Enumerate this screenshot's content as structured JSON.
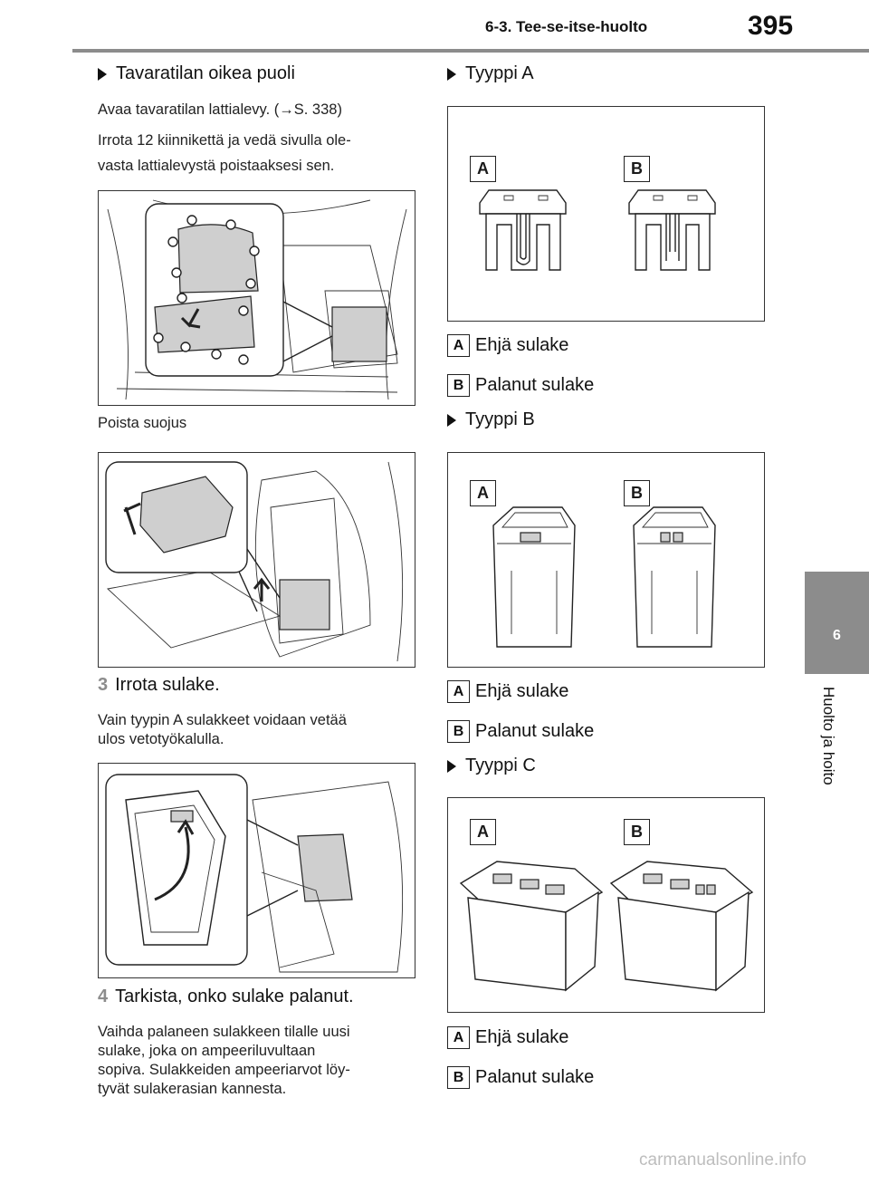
{
  "header": {
    "section": "6-3. Tee-se-itse-huolto",
    "page_number": "395"
  },
  "side_tab": {
    "number": "6",
    "label": "Huolto ja hoito"
  },
  "left": {
    "heading": "Tavaratilan oikea puoli",
    "para1": "Avaa tavaratilan lattialevy. (→S. 338)",
    "para2a": "Irrota 12 kiinnikettä ja vedä sivulla ole-",
    "para2b": "vasta lattialevystä poistaaksesi sen.",
    "caption1": "Poista suojus",
    "step3_num": "3",
    "step3_label": "Irrota sulake.",
    "step3_text_a": "Vain tyypin A sulakkeet voidaan vetää",
    "step3_text_b": "ulos vetotyökalulla.",
    "step4_num": "4",
    "step4_label": "Tarkista, onko sulake palanut.",
    "step4_text_a": "Vaihda palaneen sulakkeen tilalle uusi",
    "step4_text_b": "sulake, joka on ampeeriluvultaan",
    "step4_text_c": "sopiva. Sulakkeiden ampeeriarvot löy-",
    "step4_text_d": "tyvät sulakerasian kannesta."
  },
  "right": {
    "type_a": {
      "heading": "Tyyppi A",
      "label_a": "A",
      "label_b": "B",
      "legend_a": "Ehjä sulake",
      "legend_b": "Palanut sulake"
    },
    "type_b": {
      "heading": "Tyyppi B",
      "label_a": "A",
      "label_b": "B",
      "legend_a": "Ehjä sulake",
      "legend_b": "Palanut sulake"
    },
    "type_c": {
      "heading": "Tyyppi C",
      "label_a": "A",
      "label_b": "B",
      "legend_a": "Ehjä sulake",
      "legend_b": "Palanut sulake"
    }
  },
  "watermark": "carmanualsonline.info"
}
